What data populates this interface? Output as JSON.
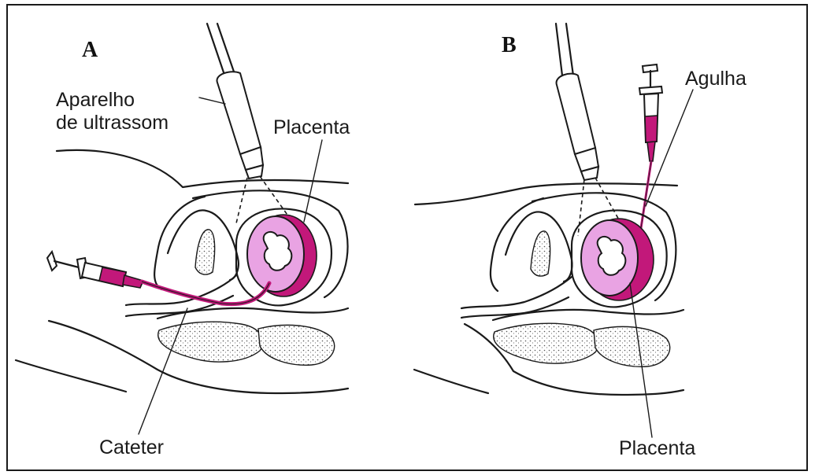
{
  "panels": {
    "a": {
      "letter": "A",
      "labels": {
        "device_line1": "Aparelho",
        "device_line2": "de ultrassom",
        "placenta": "Placenta",
        "catheter": "Cateter"
      }
    },
    "b": {
      "letter": "B",
      "labels": {
        "needle": "Agulha",
        "placenta": "Placenta"
      }
    }
  },
  "colors": {
    "placenta": "#c2187a",
    "amniotic_sac": "#e9a3e3",
    "outline": "#1a1a1a"
  }
}
